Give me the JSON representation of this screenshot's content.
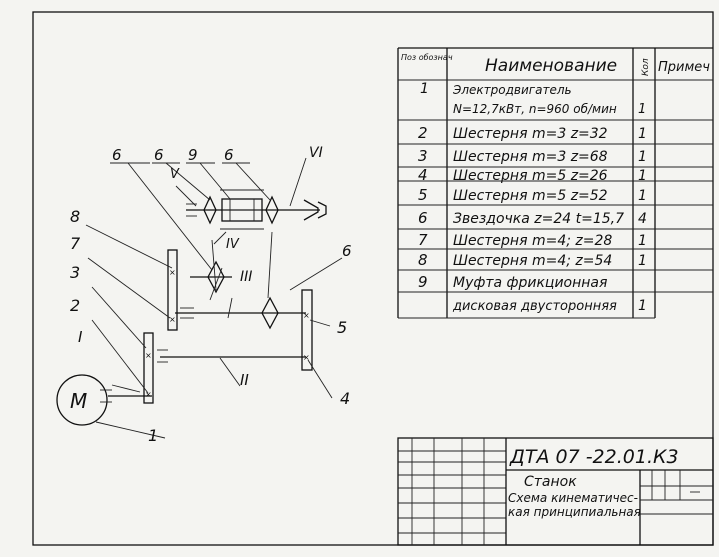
{
  "spec_table": {
    "headers": {
      "pos": "Поз обознач",
      "name": "Наименование",
      "qty": "Кол",
      "note": "Примеч"
    },
    "rows": [
      {
        "pos": "1",
        "name": "Электродвигатель",
        "qty": ""
      },
      {
        "pos": "",
        "name": "N=12,7кВт, n=960 об/мин",
        "qty": "1"
      },
      {
        "pos": "2",
        "name": "Шестерня m=3 z=32",
        "qty": "1"
      },
      {
        "pos": "3",
        "name": "Шестерня m=3 z=68",
        "qty": "1"
      },
      {
        "pos": "4",
        "name": "Шестерня m=5 z=26",
        "qty": "1"
      },
      {
        "pos": "5",
        "name": "Шестерня m=5 z=52",
        "qty": "1"
      },
      {
        "pos": "6",
        "name": "Звездочка z=24 t=15,7",
        "qty": "4"
      },
      {
        "pos": "7",
        "name": "Шестерня m=4; z=28",
        "qty": "1"
      },
      {
        "pos": "8",
        "name": "Шестерня m=4; z=54",
        "qty": "1"
      },
      {
        "pos": "9",
        "name": "Муфта фрикционная",
        "qty": ""
      },
      {
        "pos": "",
        "name": "дисковая двусторонняя",
        "qty": "1"
      }
    ]
  },
  "title_block": {
    "code": "ДТА 07   -22.01.К3",
    "name_line1": "Станок",
    "name_line2": "Схема кинематичес-",
    "name_line3": "кая принципиальная"
  },
  "diagram": {
    "motor_label": "М",
    "shaft_labels": [
      "I",
      "II",
      "III",
      "IV",
      "V",
      "VI"
    ],
    "callouts": [
      "1",
      "2",
      "3",
      "4",
      "5",
      "6",
      "6",
      "6",
      "6",
      "7",
      "8",
      "9"
    ]
  }
}
